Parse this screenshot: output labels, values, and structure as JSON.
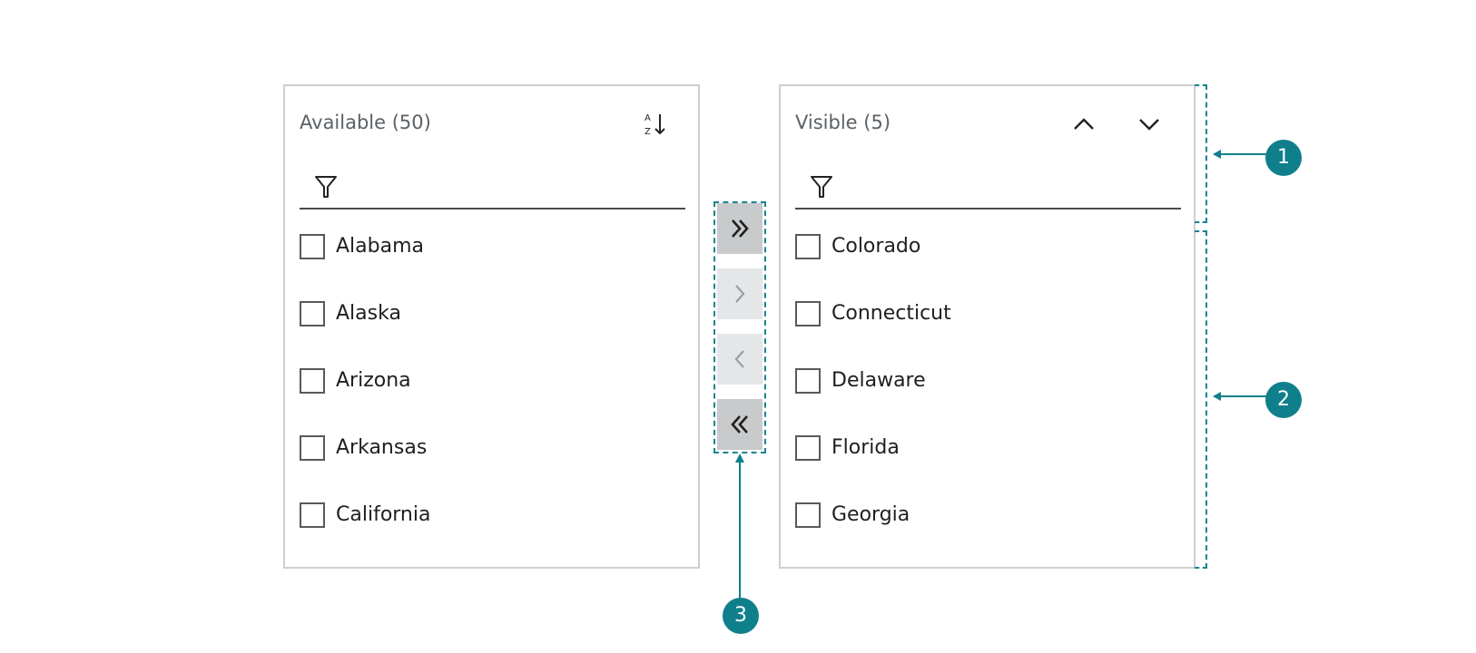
{
  "available": {
    "title": "Available (50)",
    "sort_icon": "sort-alpha-icon",
    "filter_icon": "filter-icon",
    "filter_placeholder": "",
    "items": [
      {
        "label": "Alabama"
      },
      {
        "label": "Alaska"
      },
      {
        "label": "Arizona"
      },
      {
        "label": "Arkansas"
      },
      {
        "label": "California"
      }
    ]
  },
  "visible": {
    "title": "Visible (5)",
    "move_up_icon": "chevron-up-icon",
    "move_down_icon": "chevron-down-icon",
    "filter_icon": "filter-icon",
    "filter_placeholder": "",
    "items": [
      {
        "label": "Colorado"
      },
      {
        "label": "Connecticut"
      },
      {
        "label": "Delaware"
      },
      {
        "label": "Florida"
      },
      {
        "label": "Georgia"
      }
    ]
  },
  "transfer": {
    "buttons": [
      {
        "icon": "double-chevron-right-icon",
        "state": "enabled"
      },
      {
        "icon": "chevron-right-icon",
        "state": "disabled"
      },
      {
        "icon": "chevron-left-icon",
        "state": "disabled"
      },
      {
        "icon": "double-chevron-left-icon",
        "state": "enabled"
      }
    ]
  },
  "annotations": {
    "callout_1": "1",
    "callout_2": "2",
    "callout_3": "3"
  },
  "colors": {
    "accent": "#0f7f8c",
    "border": "#cfcfcf",
    "button_active": "#c8cacc",
    "button_disabled": "#e4e6e8"
  }
}
